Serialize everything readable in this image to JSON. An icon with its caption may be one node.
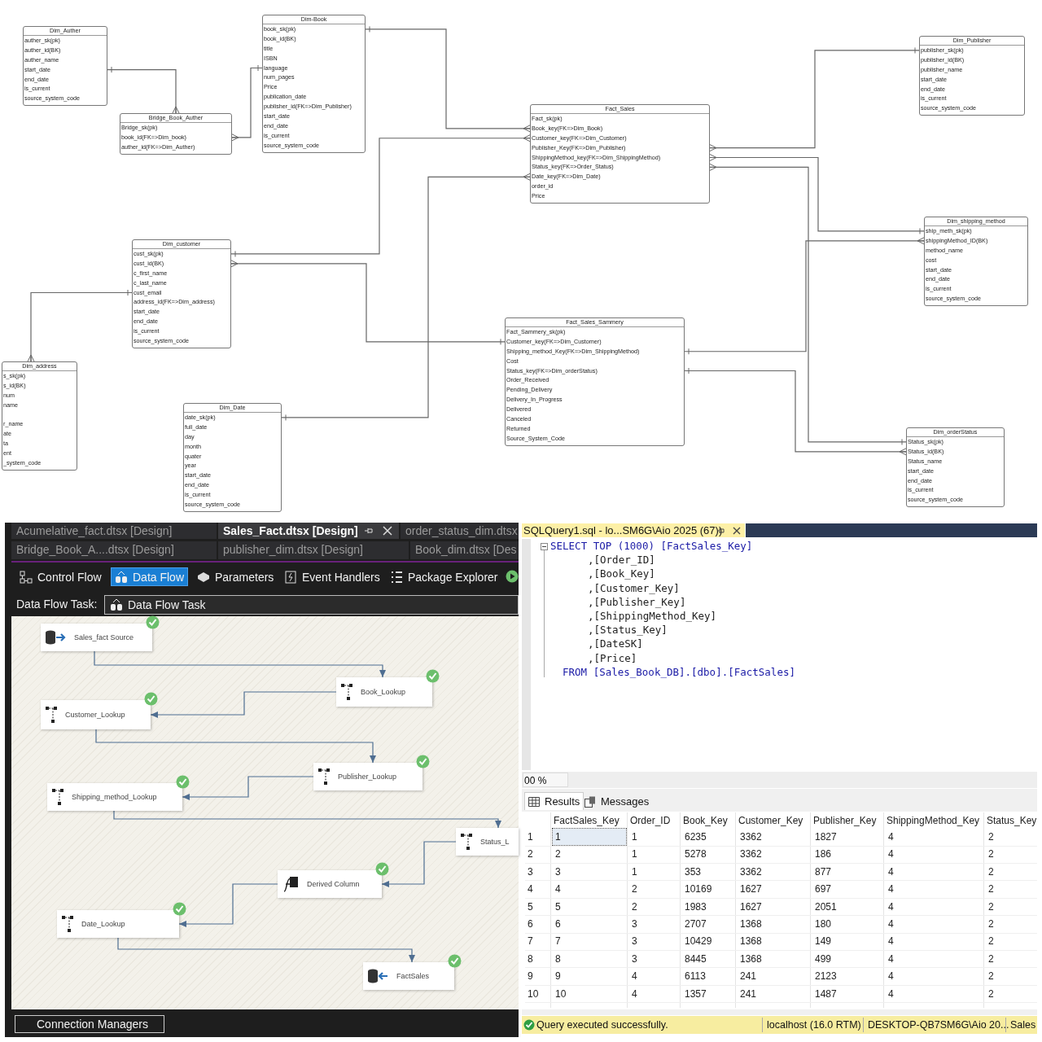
{
  "diagram": {
    "nodes": [
      {
        "text": [
          "Dim_Auther",
          "auther_sk(pk)",
          "auther_id(BK)",
          "auther_name",
          "start_date",
          "end_date",
          "is_current",
          "source_system_code"
        ]
      },
      {
        "text": [
          "Dim-Book",
          "book_sk(pk)",
          "book_id(BK)",
          "title",
          "ISBN",
          "language",
          "num_pages",
          "Price",
          "publication_date",
          "publisher_id(FK=>Dim_Publisher)",
          "start_date",
          "end_date",
          "is_current",
          "source_system_code"
        ]
      },
      {
        "text": [
          "Bridge_Book_Auther",
          "Bridge_sk(pk)",
          "book_id(FK=>Dim_book)",
          "auther_id(FK=>Dim_Auther)"
        ]
      },
      {
        "text": [
          "Dim_Publisher",
          "publisher_sk(pk)",
          "publisher_id(BK)",
          "publisher_name",
          "start_date",
          "end_date",
          "is_current",
          "source_system_code"
        ]
      },
      {
        "text": [
          "Fact_Sales",
          "Fact_sk(pk)",
          "Book_key(FK=>Dim_Book)",
          "Customer_key(FK=>Dim_Customer)",
          "Publisher_Key(FK=>Dim_Publisher)",
          "ShippingMethod_key(FK=>Dim_ShippingMethod)",
          "Status_key(FK=>Order_Status)",
          "Date_key(FK=>Dim_Date)",
          "order_id",
          "Price"
        ]
      },
      {
        "text": [
          "Dim_shipping_method",
          "ship_meth_sk(pk)",
          "shippingMethod_ID(BK)",
          "method_name",
          "cost",
          "start_date",
          "end_date",
          "is_current",
          "source_system_code"
        ]
      },
      {
        "text": [
          "Dim_customer",
          "cust_sk(pk)",
          "cust_id(BK)",
          "c_first_name",
          "c_last_name",
          "cust_email",
          "address_id(FK=>Dim_address)",
          "start_date",
          "end_date",
          "is_current",
          "source_system_code"
        ]
      },
      {
        "text": [
          "Fact_Sales_Sammery",
          "Fact_Sammery_sk(pk)",
          "Customer_key(FK=>Dim_Customer)",
          "Shipping_method_Key(FK=>Dim_ShippingMethod)",
          "Cost",
          "Status_key(FK=>Dim_orderStatus)",
          "Order_Received",
          "Pending_Delivery",
          "Delivery_In_Progress",
          "Delivered",
          "Canceled",
          "Returned",
          "Source_System_Code"
        ]
      },
      {
        "text": [
          "Dim_address",
          "s_sk(pk)",
          "s_id(BK)",
          "num",
          "name",
          "r_name",
          "ate",
          "ta",
          "ent",
          "_system_code"
        ]
      },
      {
        "text": [
          "Dim_Date",
          "date_sk(pk)",
          "full_date",
          "day",
          "month",
          "quater",
          "year",
          "start_date",
          "end_date",
          "is_current",
          "source_system_code"
        ]
      },
      {
        "text": [
          "Dim_orderStatus",
          "Status_sk(pk)",
          "Status_id(BK)",
          "Status_name",
          "start_date",
          "end_date",
          "is_current",
          "source_system_code"
        ]
      },
      {
        "text": [
          "Sales_fact Source"
        ]
      },
      {
        "text": [
          "Book_Lookup"
        ]
      },
      {
        "text": [
          "Customer_Lookup"
        ]
      },
      {
        "text": [
          "Publisher_Lookup"
        ]
      },
      {
        "text": [
          "Shipping_method_Lookup"
        ]
      },
      {
        "text": [
          "Status_L"
        ]
      },
      {
        "text": [
          "Derived Column"
        ]
      },
      {
        "text": [
          "Date_Lookup"
        ]
      },
      {
        "text": [
          "FactSales"
        ]
      }
    ],
    "edges": [
      {
        "from": 0,
        "to": 2,
        "arrow": "other"
      },
      {
        "from": 1,
        "to": 2,
        "arrow": "other"
      },
      {
        "from": 1,
        "to": 4,
        "arrow": "other"
      },
      {
        "from": 6,
        "to": 4,
        "arrow": "other"
      },
      {
        "from": 7,
        "to": 6,
        "arrow": "other"
      },
      {
        "from": 6,
        "to": 8,
        "arrow": "other"
      },
      {
        "from": 9,
        "to": 4,
        "arrow": "other"
      },
      {
        "from": 3,
        "to": 4,
        "arrow": "other"
      },
      {
        "from": 5,
        "to": 4,
        "arrow": "other"
      },
      {
        "from": 10,
        "to": 4,
        "arrow": "other"
      },
      {
        "from": 7,
        "to": 5,
        "arrow": "other"
      },
      {
        "from": 7,
        "to": 10,
        "arrow": "other"
      },
      {
        "from": 11,
        "to": 12,
        "arrow": "to",
        "color": "#4f6e91"
      },
      {
        "from": 12,
        "to": 13,
        "arrow": "to",
        "color": "#4f6e91"
      },
      {
        "from": 13,
        "to": 14,
        "arrow": "to",
        "color": "#4f6e91"
      },
      {
        "from": 14,
        "to": 15,
        "arrow": "to",
        "color": "#4f6e91"
      },
      {
        "from": 15,
        "to": 16,
        "arrow": "to",
        "color": "#4f6e91"
      },
      {
        "from": 16,
        "to": 17,
        "arrow": "to",
        "color": "#4f6e91"
      },
      {
        "from": 17,
        "to": 18,
        "arrow": "to",
        "color": "#4f6e91"
      },
      {
        "from": 18,
        "to": 19,
        "arrow": "to",
        "color": "#4f6e91"
      }
    ],
    "labels": [
      "Acumelative_fact.dtsx [Design]",
      "Sales_Fact.dtsx [Design]",
      "order_status_dim.dtsx",
      "Bridge_Book_A....dtsx [Design]",
      "publisher_dim.dtsx [Design]",
      "Book_dim.dtsx [Des",
      "Control Flow",
      "Data Flow",
      "Parameters",
      "Event Handlers",
      "Package Explorer",
      "Data Flow Task:",
      "Data Flow Task",
      "Connection Managers",
      "SQLQuery1.sql - lo...SM6G\\Aio 2025 (67))",
      "SELECT TOP (1000) [FactSales_Key]",
      ",[Order_ID]",
      ",[Book_Key]",
      ",[Customer_Key]",
      ",[Publisher_Key]",
      ",[ShippingMethod_Key]",
      ",[Status_Key]",
      ",[DateSK]",
      ",[Price]",
      "FROM [Sales_Book_DB].[dbo].[FactSales]",
      "00 %",
      "Results",
      "Messages",
      "FactSales_Key",
      "Order_ID",
      "Book_Key",
      "Customer_Key",
      "Publisher_Key",
      "ShippingMethod_Key",
      "Status_Key",
      "1",
      "1",
      "1",
      "6235",
      "3362",
      "1827",
      "4",
      "2",
      "2",
      "2",
      "1",
      "5278",
      "3362",
      "186",
      "4",
      "2",
      "3",
      "3",
      "1",
      "353",
      "3362",
      "877",
      "4",
      "2",
      "4",
      "4",
      "2",
      "10169",
      "1627",
      "697",
      "4",
      "2",
      "5",
      "5",
      "2",
      "1983",
      "1627",
      "2051",
      "4",
      "2",
      "6",
      "6",
      "3",
      "2707",
      "1368",
      "180",
      "4",
      "2",
      "7",
      "7",
      "3",
      "10429",
      "1368",
      "149",
      "4",
      "2",
      "8",
      "8",
      "3",
      "8445",
      "1368",
      "499",
      "4",
      "2",
      "9",
      "9",
      "4",
      "6113",
      "241",
      "2123",
      "4",
      "2",
      "10",
      "10",
      "4",
      "1357",
      "241",
      "1487",
      "4",
      "2",
      "Query executed successfully.",
      "localhost (16.0 RTM)",
      "DESKTOP-QB7SM6G\\Aio 20...",
      "Sales"
    ]
  }
}
